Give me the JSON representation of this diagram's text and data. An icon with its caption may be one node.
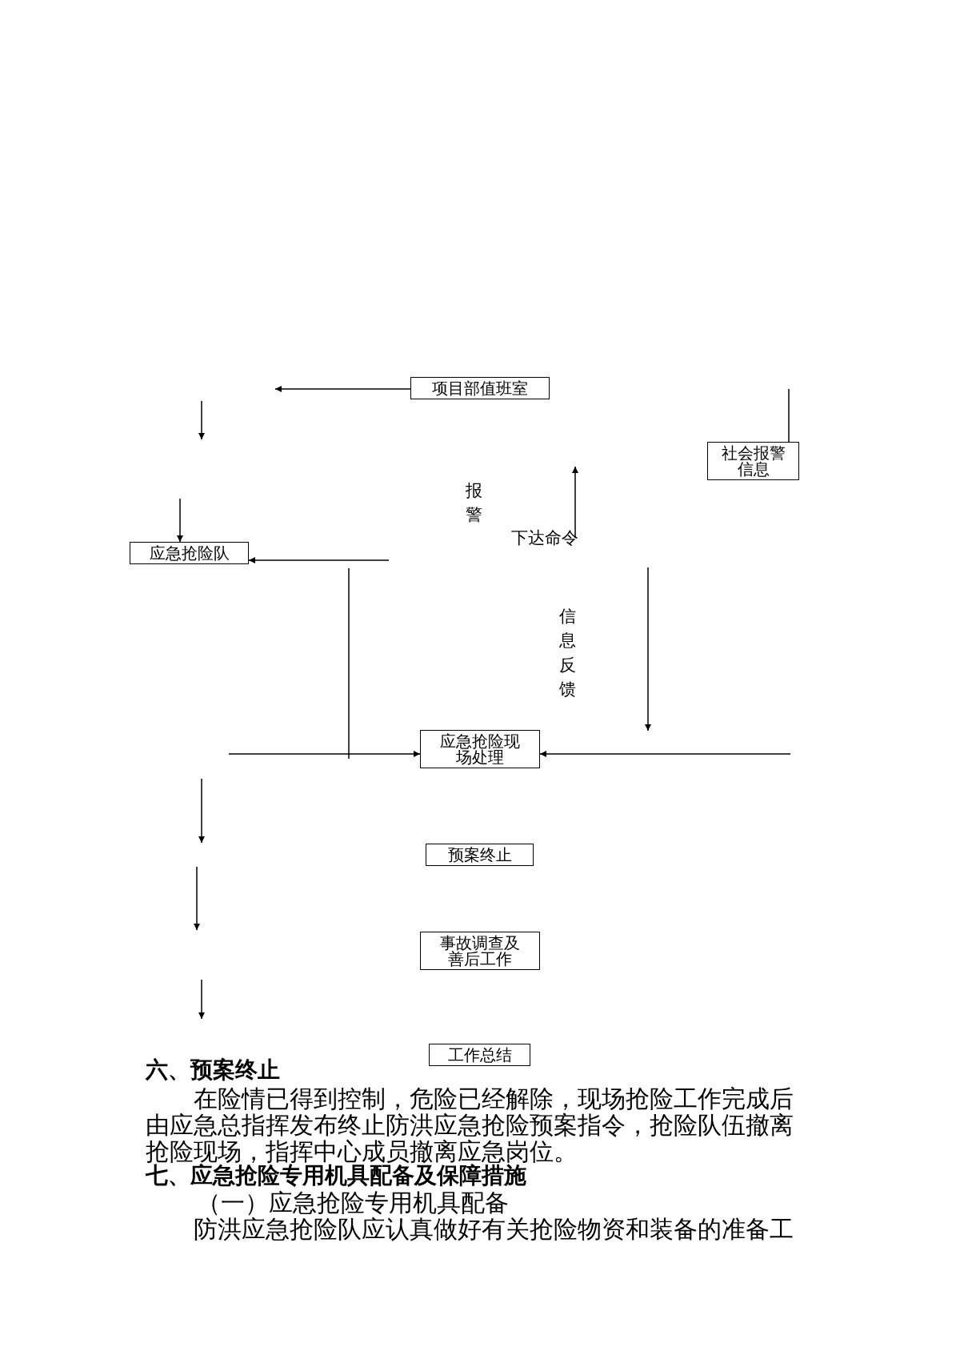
{
  "diagram": {
    "nodes": [
      {
        "text": [
          "项目部值班室"
        ]
      },
      {
        "text": [
          "社会报警信息"
        ]
      },
      {
        "text": [
          "应急抢险队"
        ]
      },
      {
        "text": [
          "应急抢险现场处理"
        ]
      },
      {
        "text": [
          "预案终止"
        ]
      },
      {
        "text": [
          "事故调查及善后工作"
        ]
      },
      {
        "text": [
          "工作总结"
        ]
      }
    ],
    "edges": [
      {
        "from": 0,
        "to": null,
        "arrow": "to"
      },
      {
        "from": null,
        "to": 2,
        "arrow": "to"
      },
      {
        "from": null,
        "to": 2,
        "arrow": "to"
      },
      {
        "from": 1,
        "to": null,
        "arrow": "none"
      },
      {
        "from": null,
        "to": 3,
        "arrow": "to"
      },
      {
        "from": null,
        "to": 3,
        "arrow": "to"
      }
    ],
    "labels": [
      "报警",
      "下达命令",
      "信息反馈",
      "六、预案终止",
      "在险情已得到控制，危险已经解除，现场抢险工作完成后由应急总指挥发布终止防洪应急抢险预案指令，抢险队伍撤离抢险现场，指挥中心成员撤离应急岗位。",
      "七、应急抢险专用机具配备及保障措施",
      "（一）应急抢险专用机具配备",
      "防洪应急抢险队应认真做好有关抢险物资和装备的准备工"
    ]
  }
}
